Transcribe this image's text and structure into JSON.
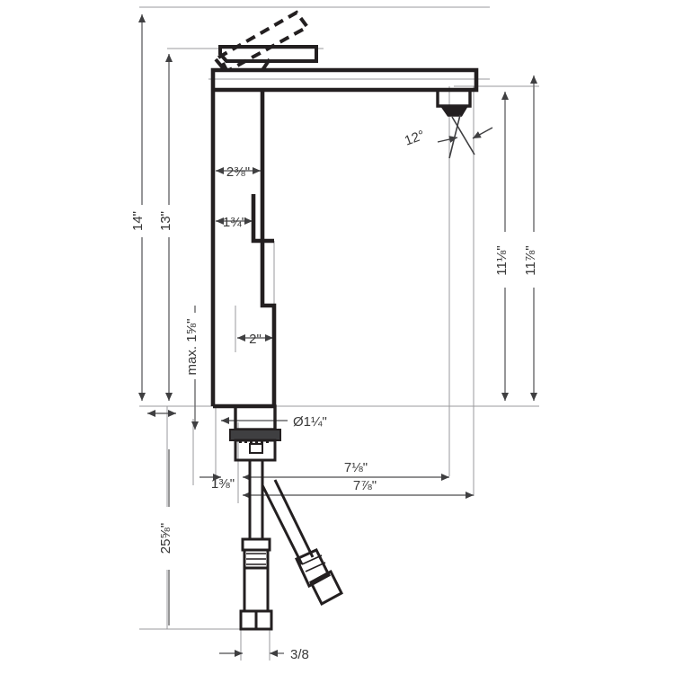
{
  "drawing": {
    "title": "Faucet technical dimension drawing",
    "subject": "single-lever basin mixer, tall vessel height",
    "units": "inches",
    "line_color": "#231f20",
    "dimension_color": "#58585a",
    "text_color": "#3a3a3a",
    "background": "#ffffff"
  },
  "dimensions": {
    "overall_height": "14\"",
    "body_height": "13\"",
    "spout_height_inner": "11⅛\"",
    "spout_height_outer": "11⅞\"",
    "body_width_upper": "2⅜\"",
    "body_width_mid": "1¾\"",
    "body_width_lower": "2\"",
    "max_deck_thickness": "max. 1⅝\"",
    "mounting_hole_diameter": "Ø1¼\"",
    "shank_length": "1⅜\"",
    "spout_reach_inner": "7⅛\"",
    "spout_reach_outer": "7⅞\"",
    "hose_length": "25⅝\"",
    "hose_connection": "3/8",
    "aerator_angle": "12°"
  },
  "labels": [
    {
      "id": "overall_height",
      "text": "14\"",
      "orientation": "vertical"
    },
    {
      "id": "body_height",
      "text": "13\"",
      "orientation": "vertical"
    },
    {
      "id": "max_deck_thickness",
      "text": "max. 1⅝\"",
      "orientation": "vertical"
    },
    {
      "id": "hose_length",
      "text": "25⅝\"",
      "orientation": "vertical"
    },
    {
      "id": "spout_height_inner",
      "text": "11⅛\"",
      "orientation": "vertical"
    },
    {
      "id": "spout_height_outer",
      "text": "11⅞\"",
      "orientation": "vertical"
    },
    {
      "id": "body_width_upper",
      "text": "2⅜\"",
      "orientation": "horizontal"
    },
    {
      "id": "body_width_mid",
      "text": "1¾\"",
      "orientation": "horizontal"
    },
    {
      "id": "body_width_lower",
      "text": "2\"",
      "orientation": "horizontal"
    },
    {
      "id": "mounting_hole_diameter",
      "text": "Ø1¼\"",
      "orientation": "horizontal"
    },
    {
      "id": "shank_length",
      "text": "1⅜\"",
      "orientation": "horizontal"
    },
    {
      "id": "spout_reach_inner",
      "text": "7⅛\"",
      "orientation": "horizontal"
    },
    {
      "id": "spout_reach_outer",
      "text": "7⅞\"",
      "orientation": "horizontal"
    },
    {
      "id": "hose_connection",
      "text": "3/8",
      "orientation": "horizontal"
    },
    {
      "id": "aerator_angle",
      "text": "12°",
      "orientation": "angled"
    }
  ]
}
